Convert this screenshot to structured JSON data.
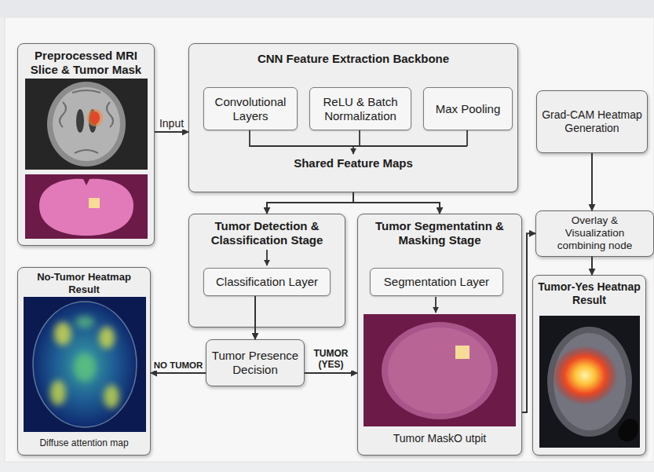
{
  "diagram": {
    "nodes": [
      {
        "text": [
          "Preprocessed MRI Slice & Tumor Mask"
        ]
      },
      {
        "text": [
          "CNN Feature Extraction Backbone",
          "Shared Feature Maps"
        ]
      },
      {
        "text": [
          "Convolutional Layers"
        ],
        "in": 1
      },
      {
        "text": [
          "ReLU & Batch Normalization"
        ],
        "in": 1
      },
      {
        "text": [
          "Max Pooling"
        ],
        "in": 1
      },
      {
        "text": [
          "Grad-CAM Heatmap Generation"
        ]
      },
      {
        "text": [
          "Tumor Detection & Classification Stage"
        ]
      },
      {
        "text": [
          "Classification Layer"
        ],
        "in": 6
      },
      {
        "text": [
          "Tumor Segmentatinn & Masking Stage",
          "Tumor MaskO utpit"
        ]
      },
      {
        "text": [
          "Segmentation Layer"
        ],
        "in": 8
      },
      {
        "text": [
          "Tumor Presence Decision"
        ]
      },
      {
        "text": [
          "No-Tumor Heatmap Result",
          "Diffuse attention map"
        ]
      },
      {
        "text": [
          "Overlay & Visualization combining node"
        ]
      },
      {
        "text": [
          "Tumor-Yes Heatnap Result"
        ]
      }
    ],
    "edges": [
      {
        "from": 0,
        "to": 1,
        "label": "Input",
        "arrow": "to"
      },
      {
        "from": 1,
        "to": 6,
        "arrow": "to"
      },
      {
        "from": 1,
        "to": 8,
        "arrow": "to"
      },
      {
        "from": 7,
        "to": 10,
        "arrow": "to"
      },
      {
        "from": 10,
        "to": 11,
        "label": "NO TUMOR",
        "arrow": "to"
      },
      {
        "from": 10,
        "to": 8,
        "label": "TUMOR (YES)",
        "arrow": "to"
      },
      {
        "from": 8,
        "to": 12,
        "arrow": "to"
      },
      {
        "from": 5,
        "to": 12,
        "arrow": "to"
      },
      {
        "from": 12,
        "to": 13,
        "arrow": "to"
      }
    ]
  }
}
